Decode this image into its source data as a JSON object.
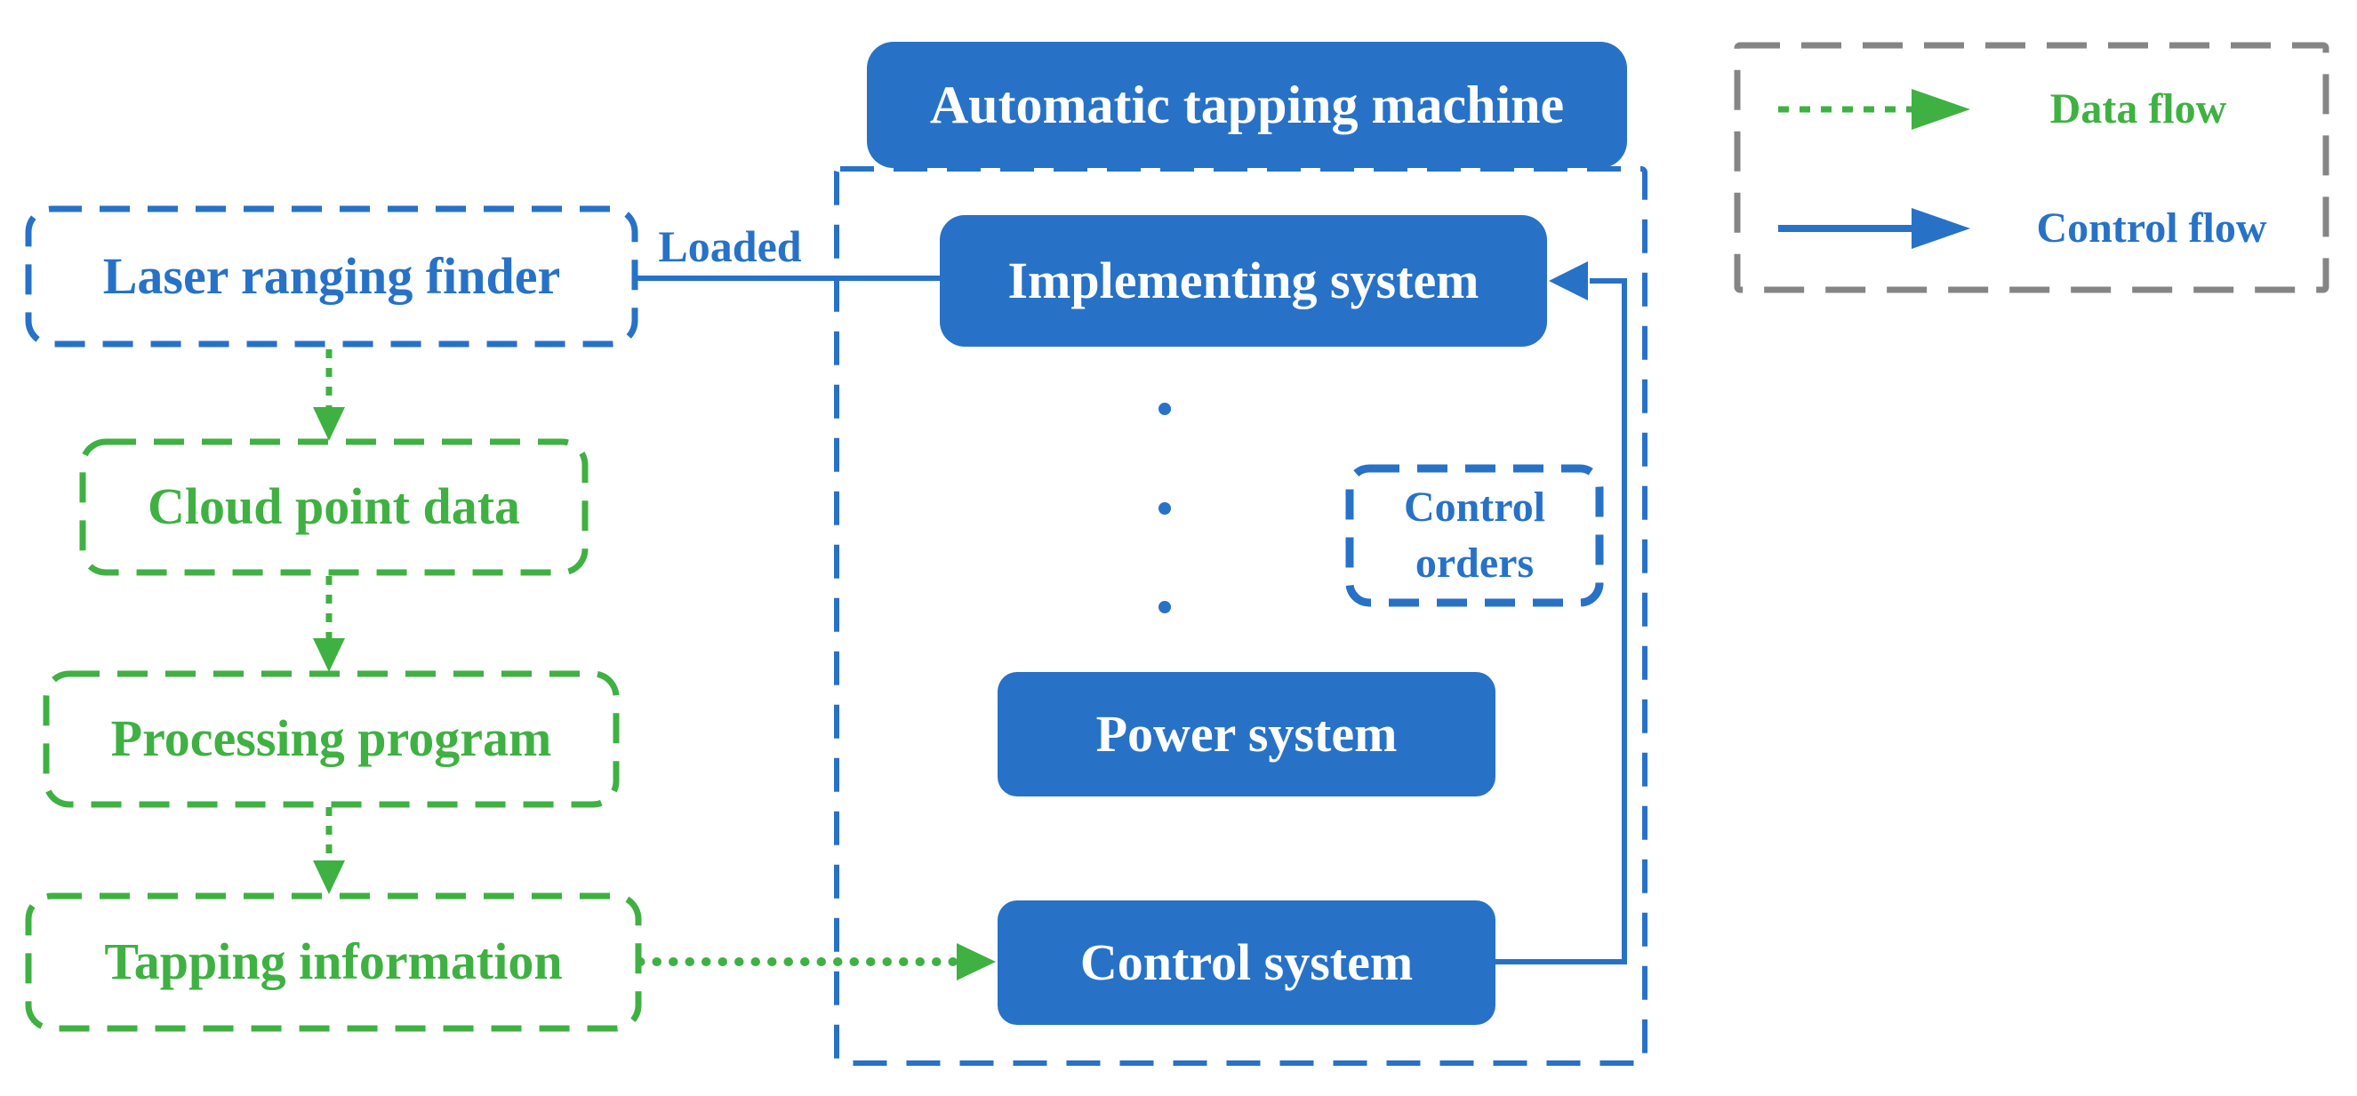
{
  "diagram": {
    "title": "Automatic tapping machine"
  },
  "nodes": {
    "laser": {
      "label": "Laser ranging finder"
    },
    "cloud": {
      "label": "Cloud point data"
    },
    "processing": {
      "label": "Processing program"
    },
    "tapping": {
      "label": "Tapping information"
    },
    "machine_title": {
      "label": "Automatic tapping machine"
    },
    "implementing": {
      "label": "Implementing system"
    },
    "control_orders": {
      "label": "Control orders"
    },
    "power": {
      "label": "Power system"
    },
    "control": {
      "label": "Control system"
    }
  },
  "edges": {
    "loaded_label": "Loaded"
  },
  "legend": {
    "items": [
      {
        "label": "Data flow",
        "style": "dotted",
        "color_key": "green"
      },
      {
        "label": "Control flow",
        "style": "solid",
        "color_key": "blue"
      }
    ]
  },
  "colors": {
    "blue": "#2772C7",
    "green": "#3FB142",
    "gray": "#858585",
    "box_text": "#FFFFFF",
    "background": "#FFFFFF"
  }
}
